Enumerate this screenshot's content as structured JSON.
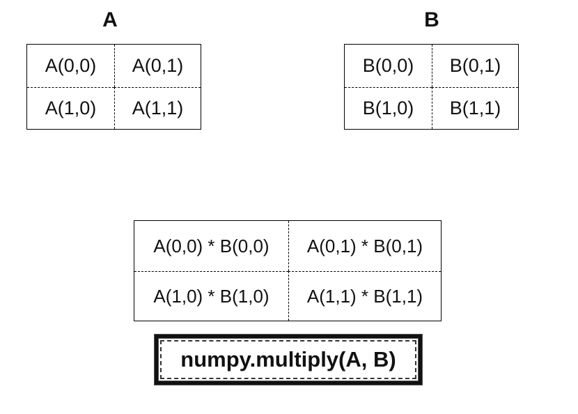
{
  "matrix_a": {
    "title": "A",
    "cells": [
      [
        "A(0,0)",
        "A(0,1)"
      ],
      [
        "A(1,0)",
        "A(1,1)"
      ]
    ]
  },
  "matrix_b": {
    "title": "B",
    "cells": [
      [
        "B(0,0)",
        "B(0,1)"
      ],
      [
        "B(1,0)",
        "B(1,1)"
      ]
    ]
  },
  "result": {
    "cells": [
      [
        "A(0,0) * B(0,0)",
        "A(0,1) * B(0,1)"
      ],
      [
        "A(1,0) * B(1,0)",
        "A(1,1) * B(1,1)"
      ]
    ]
  },
  "function_label": "numpy.multiply(A, B)"
}
